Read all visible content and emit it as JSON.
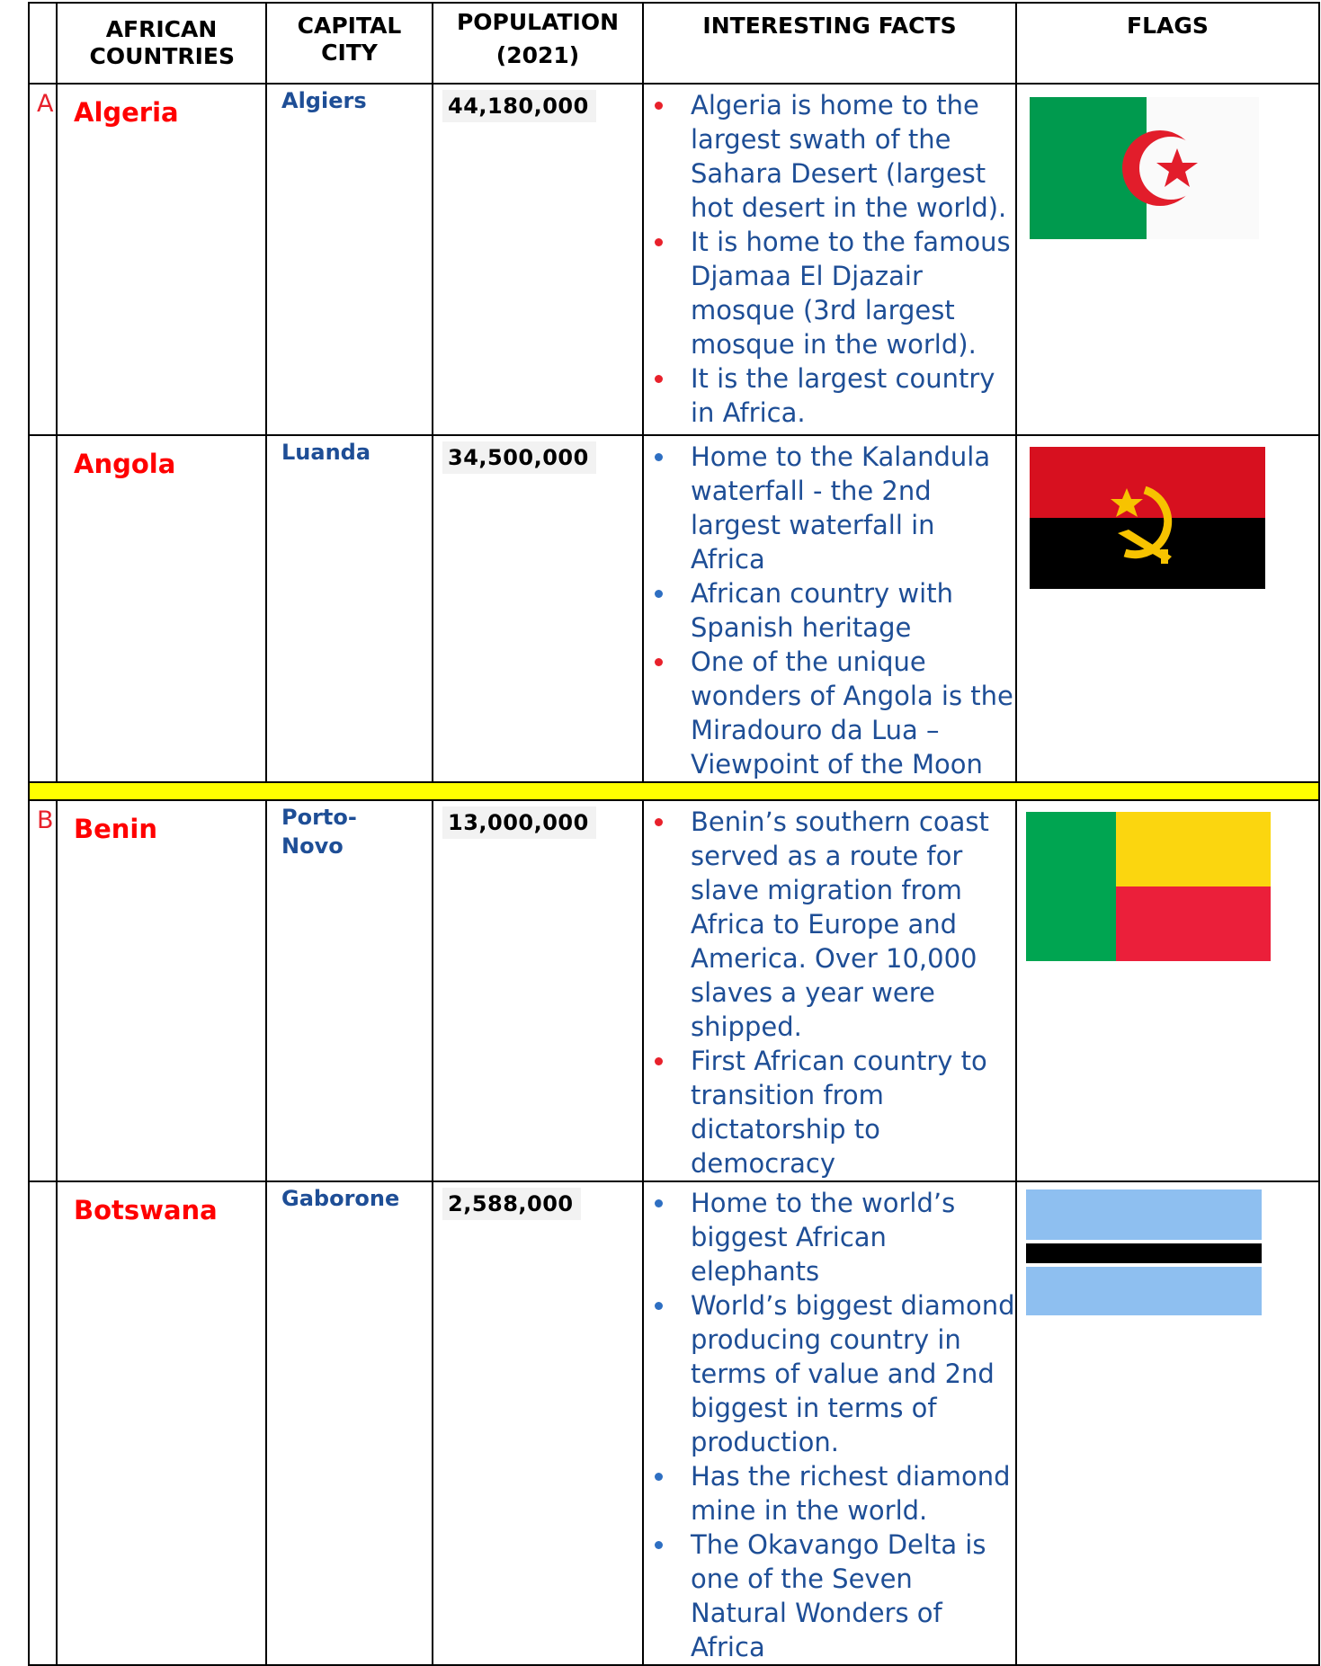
{
  "headers": {
    "countries": "AFRICAN COUNTRIES",
    "capital": "CAPITAL CITY",
    "population": "POPULATION (2021)",
    "facts": "INTERESTING FACTS",
    "flags": "FLAGS"
  },
  "colors": {
    "country": "#ff0000",
    "text_blue": "#1e4e96",
    "separator": "#ffff00",
    "bullet_red": "#e8212b",
    "bullet_blue": "#2e6fc2"
  },
  "groups": [
    {
      "letter": "A",
      "rows": [
        {
          "country": "Algeria",
          "capital": "Algiers",
          "population": "44,180,000",
          "bullet_color": "#e8212b",
          "facts": [
            "Algeria is home to the largest swath of the Sahara Desert (largest hot desert in the world).",
            "It is home to the famous Djamaa El Djazair mosque (3rd largest mosque in the world).",
            "It is the largest country in Africa."
          ],
          "flag": "algeria-flag"
        },
        {
          "country": "Angola",
          "capital": "Luanda",
          "population": "34,500,000",
          "bullet_color": "#2e6fc2",
          "facts": [
            "Home to the Kalandula waterfall - the 2nd largest waterfall in Africa",
            "African country with Spanish heritage",
            "One of the unique wonders of Angola is the Miradouro da Lua – Viewpoint of the Moon"
          ],
          "flag": "angola-flag"
        }
      ]
    },
    {
      "letter": "B",
      "rows": [
        {
          "country": "Benin",
          "capital": "Porto-Novo",
          "population": "13,000,000",
          "bullet_color": "#e8212b",
          "facts": [
            "Benin’s southern coast served as a route for slave migration from Africa to Europe and America. Over 10,000 slaves a year were shipped.",
            "First African country to transition from dictatorship to democracy"
          ],
          "flag": "benin-flag"
        },
        {
          "country": "Botswana",
          "capital": "Gaborone",
          "population": "2,588,000",
          "bullet_color": "#2e6fc2",
          "facts": [
            "Home to the world’s biggest African elephants",
            "World’s biggest diamond producing country in terms of value and 2nd biggest in terms of production.",
            "Has the richest diamond mine in the world.",
            "The Okavango Delta is one of the Seven Natural Wonders of Africa"
          ],
          "flag": "botswana-flag"
        }
      ]
    }
  ]
}
